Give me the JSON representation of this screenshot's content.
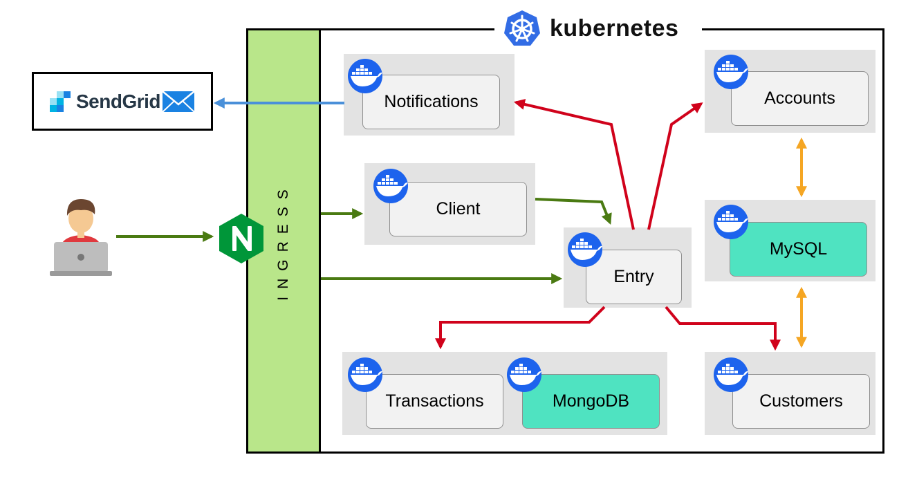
{
  "header": {
    "title": "kubernetes"
  },
  "ingress": {
    "label": "INGRESS"
  },
  "external": {
    "sendgrid_label": "SendGrid"
  },
  "services": {
    "notifications": "Notifications",
    "client": "Client",
    "entry": "Entry",
    "accounts": "Accounts",
    "mysql": "MySQL",
    "transactions": "Transactions",
    "mongodb": "MongoDB",
    "customers": "Customers"
  },
  "icons": {
    "docker": "docker-whale-icon",
    "kubernetes": "kubernetes-helm-icon",
    "nginx": "nginx-hexagon-icon",
    "user": "user-laptop-icon",
    "sendgrid": "sendgrid-logo-icon"
  },
  "colors": {
    "ingress_fill": "#b9e68a",
    "database_fill": "#4fe3c1",
    "group_fill": "#e3e3e3",
    "arrow_green": "#4a7a12",
    "arrow_red": "#d0021b",
    "arrow_orange": "#f5a623",
    "arrow_blue": "#4a90d9",
    "kubernetes_blue": "#326ce5",
    "nginx_green": "#009639"
  }
}
